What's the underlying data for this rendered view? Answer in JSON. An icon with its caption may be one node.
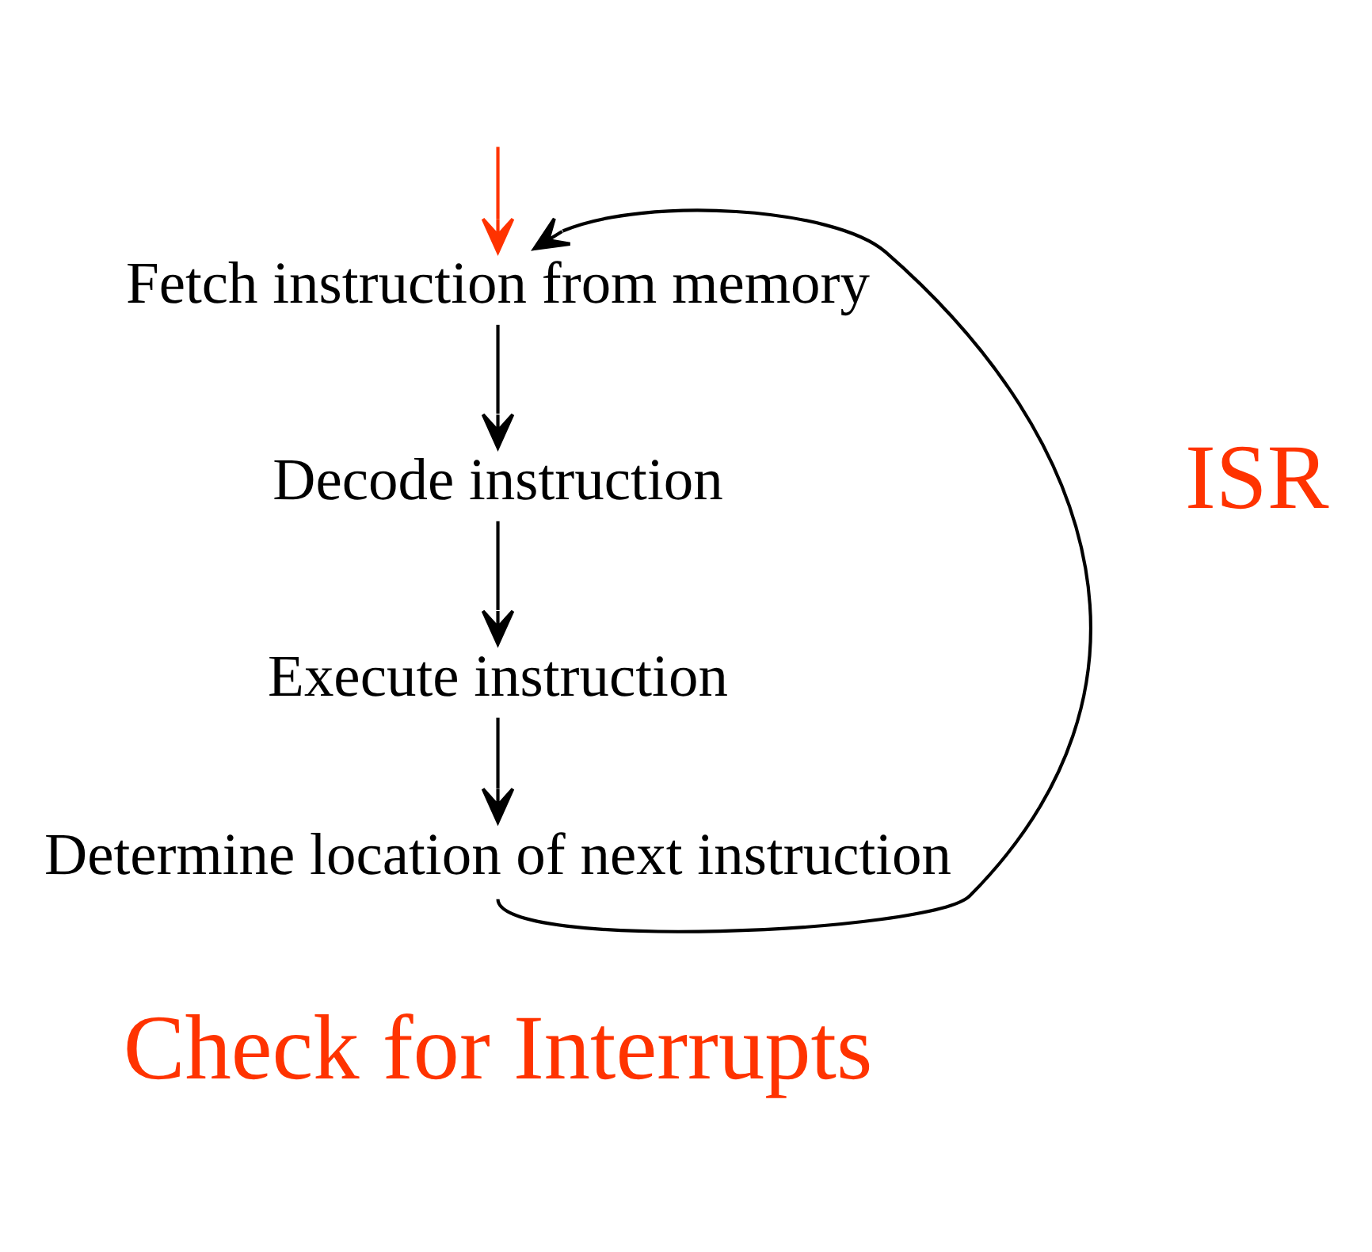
{
  "diagram": {
    "nodes": [
      {
        "text": [
          "Fetch instruction from memory"
        ]
      },
      {
        "text": [
          "Decode instruction"
        ]
      },
      {
        "text": [
          "Execute instruction"
        ]
      },
      {
        "text": [
          "Determine location of next instruction"
        ]
      }
    ],
    "edges": [
      {
        "from": 0,
        "to": 1,
        "arrow": "to"
      },
      {
        "from": 1,
        "to": 2,
        "arrow": "to"
      },
      {
        "from": 2,
        "to": 3,
        "arrow": "to"
      },
      {
        "from": 3,
        "to": 0,
        "arrow": "to"
      },
      {
        "from": null,
        "to": 0,
        "arrow": "to",
        "color": "#ff3300"
      }
    ],
    "labels": [
      "ISR",
      "Check for Interrupts"
    ]
  }
}
